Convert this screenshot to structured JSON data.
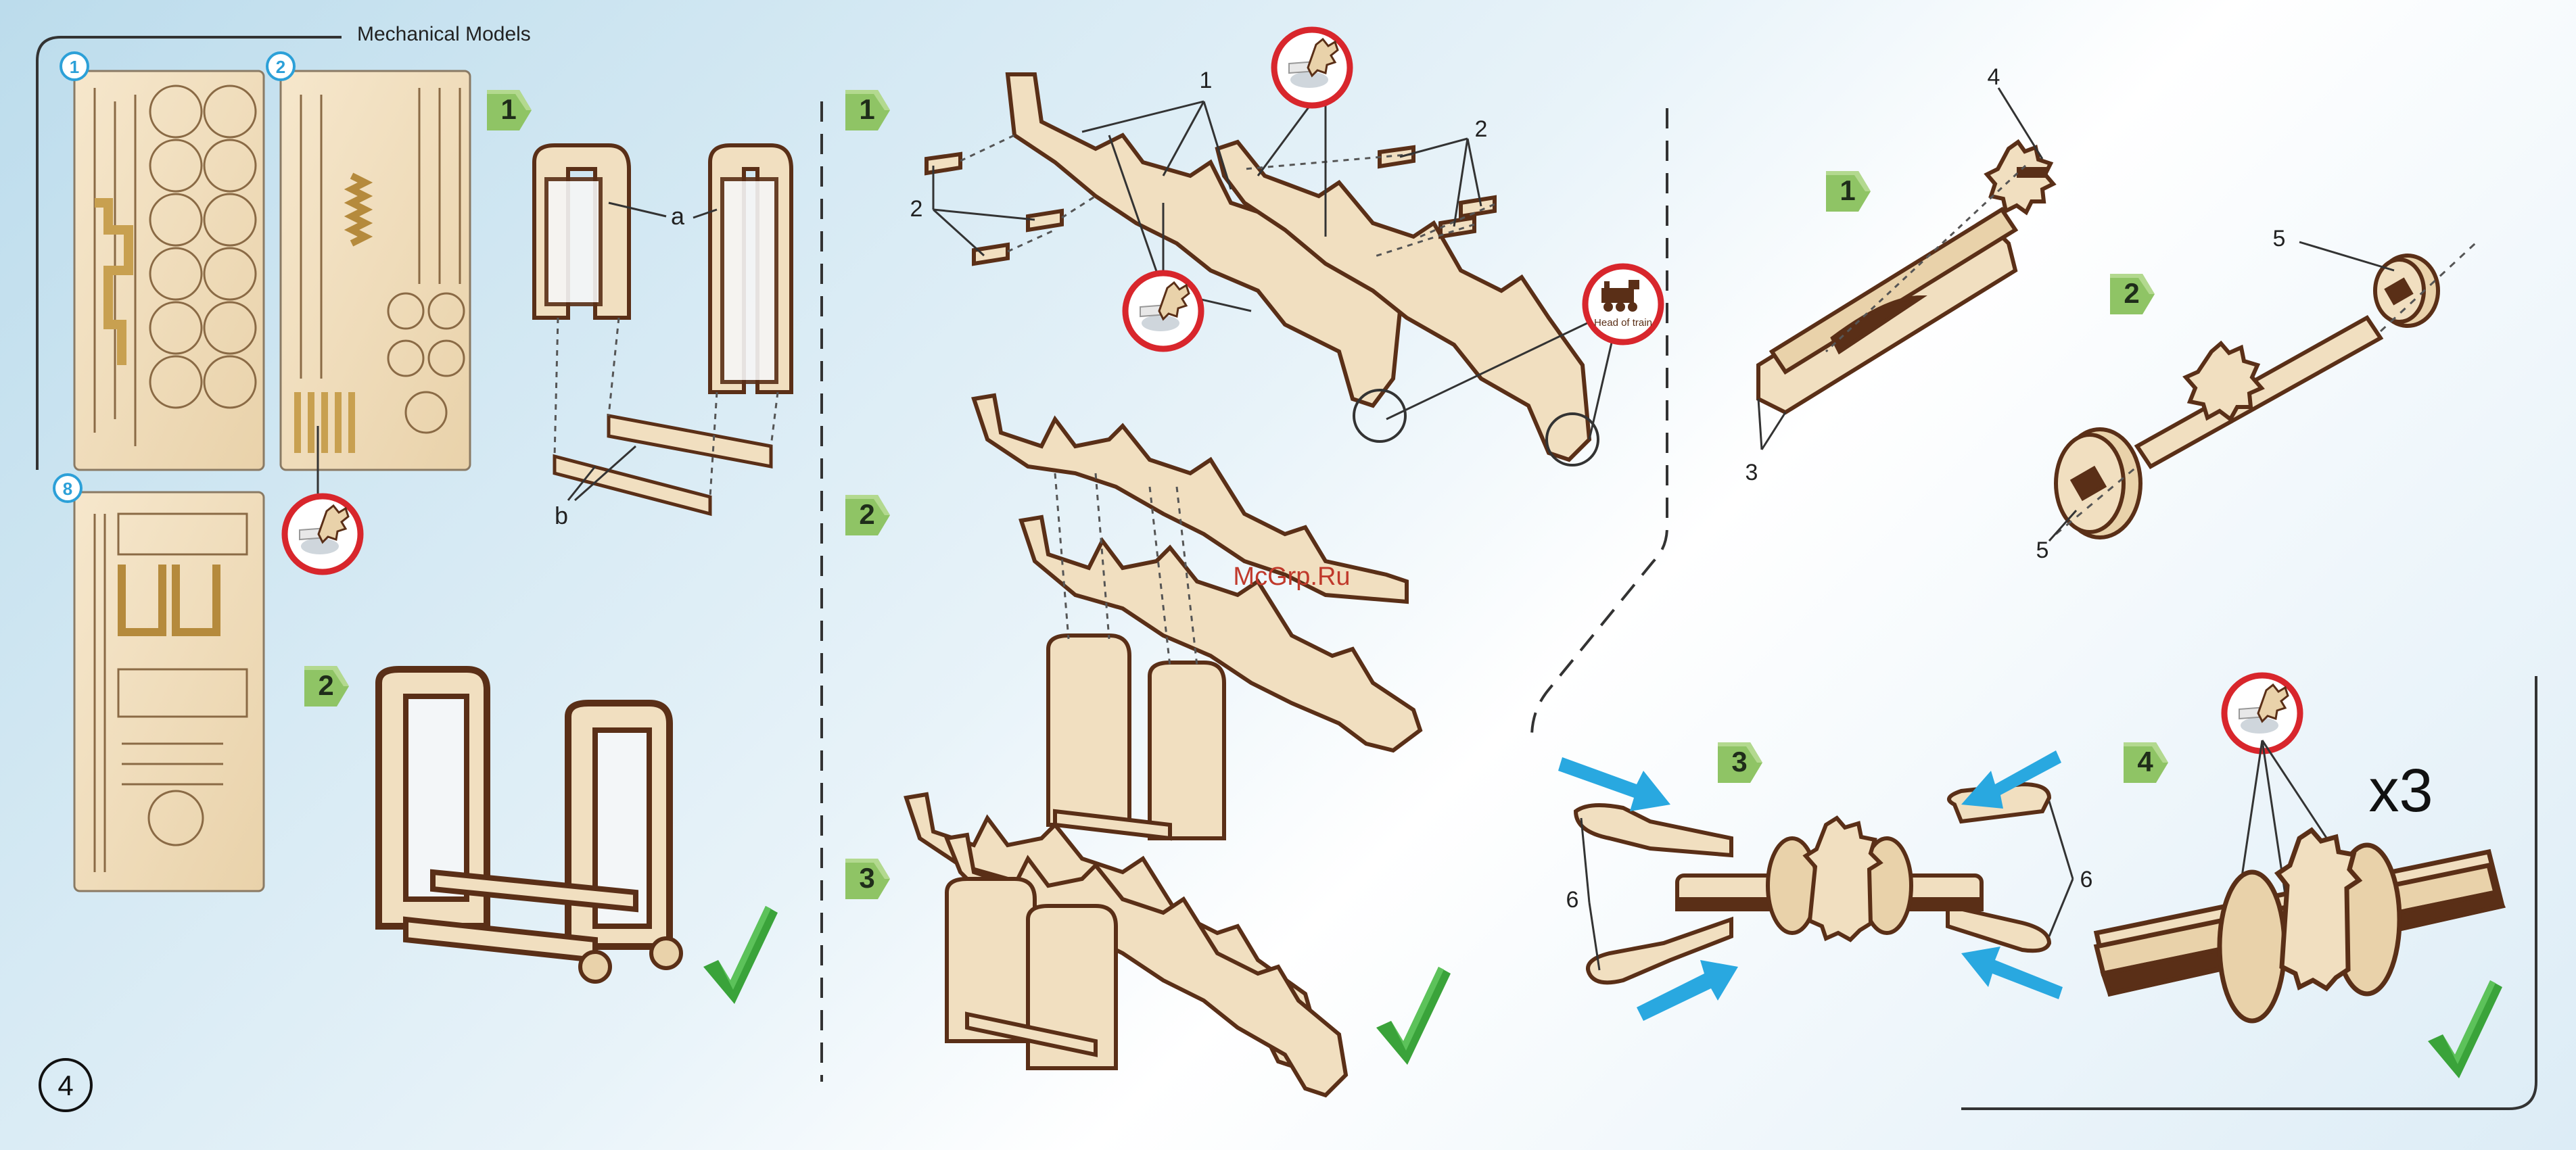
{
  "header": {
    "title": "Mechanical Models"
  },
  "page_number": "4",
  "sheets": [
    {
      "id": "1"
    },
    {
      "id": "2"
    },
    {
      "id": "8"
    }
  ],
  "panel1": {
    "steps": [
      "1",
      "2"
    ],
    "callouts": {
      "a": "a",
      "b": "b"
    }
  },
  "panel2": {
    "steps": [
      "1",
      "2",
      "3"
    ],
    "callouts": {
      "one": "1",
      "two_a": "2",
      "two_b": "2"
    },
    "badge_text": "Head of train"
  },
  "panel3": {
    "steps": [
      "1",
      "2",
      "3",
      "4"
    ],
    "callouts": {
      "three": "3",
      "four": "4",
      "five_a": "5",
      "five_b": "5",
      "six_a": "6",
      "six_b": "6"
    },
    "multiplier": "x3"
  },
  "watermark": "McGrp.Ru",
  "colors": {
    "wood": "#f1dfc0",
    "wood_edge": "#5a2f17",
    "step_green": "#8fc465",
    "check_green": "#3aa33a",
    "badge_red": "#d8262c",
    "arrow_blue": "#29a8e0",
    "sheet_blue": "#2ca0d8"
  },
  "icons": [
    "step-arrow-icon",
    "checkmark-icon",
    "glue-icon",
    "train-icon",
    "push-arrow-icon"
  ]
}
